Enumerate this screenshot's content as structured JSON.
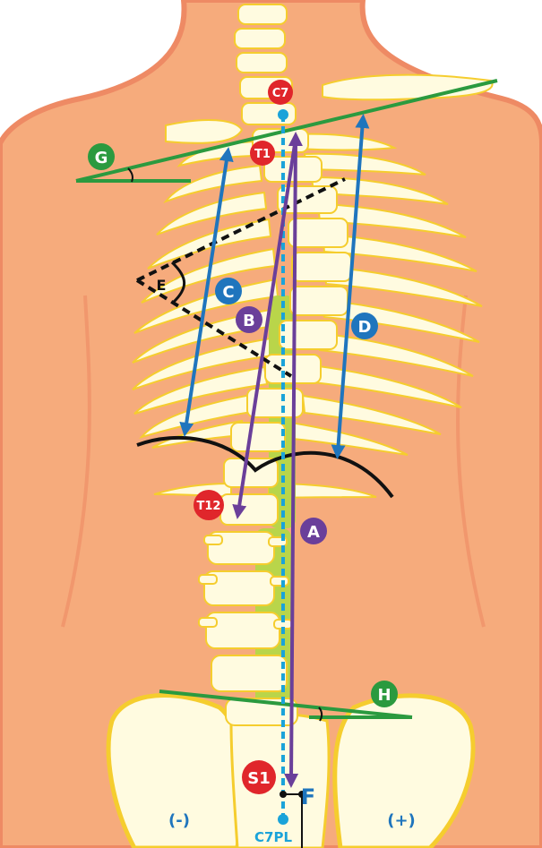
{
  "labels": {
    "c7": "C7",
    "t1": "T1",
    "t12": "T12",
    "s1": "S1",
    "a": "A",
    "b": "B",
    "c": "C",
    "d": "D",
    "e": "E",
    "f": "F",
    "g": "G",
    "h": "H",
    "c7pl": "C7PL",
    "minus": "(-)",
    "plus": "(+)"
  },
  "colors": {
    "skin": "#f6ab7c",
    "skin_outline": "#ee8a64",
    "bone": "#fffbe0",
    "bone_outline": "#f5cd2e",
    "disc": "#b9d54a",
    "red_marker": "#e0262b",
    "purple": "#6a3f9a",
    "blue": "#1f75bd",
    "green": "#2b9a3f",
    "cyan_dashed": "#1aa3d9",
    "black": "#111111"
  }
}
